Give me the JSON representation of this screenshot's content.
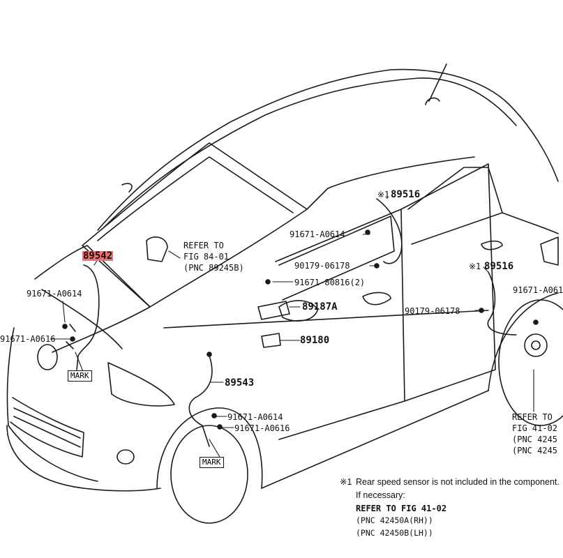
{
  "parts": {
    "p89542": "89542",
    "p89516_front": "89516",
    "p89516_rear": "89516",
    "p89187A": "89187A",
    "p89180": "89180",
    "p89543": "89543",
    "bolt_a0614_door": "91671-A0614",
    "bolt_a0614_front_left": "91671-A0614",
    "bolt_a0616_front": "91671-A0616",
    "bolt_a0614_wheel": "91671-A0614",
    "bolt_a0616_wheel": "91671-A0616",
    "bolt_80816": "91671-80816(2)",
    "clip_06178_a": "90179-06178",
    "clip_06178_b": "90179-06178",
    "bolt_a061_rear": "91671-A061",
    "asterisk_mark": "※1",
    "mark_label_front": "MARK",
    "mark_label_wheel": "MARK"
  },
  "refer_airbag": {
    "line1": "REFER TO",
    "line2": "FIG 84-01",
    "line3": "(PNC 89245B)"
  },
  "refer_rear": {
    "line1": "REFER TO",
    "line2": "FIG 41-02",
    "line3": "(PNC 4245",
    "line4": "(PNC 4245"
  },
  "footnote": {
    "mark": "※1",
    "line1": "Rear speed sensor is not included in the component.",
    "line2": "If necessary:",
    "line3": "REFER TO FIG 41-02",
    "line4": "(PNC 42450A(RH))",
    "line5": "(PNC 42450B(LH))"
  },
  "colors": {
    "line": "#1a1a1a",
    "highlight": "#f07070"
  }
}
